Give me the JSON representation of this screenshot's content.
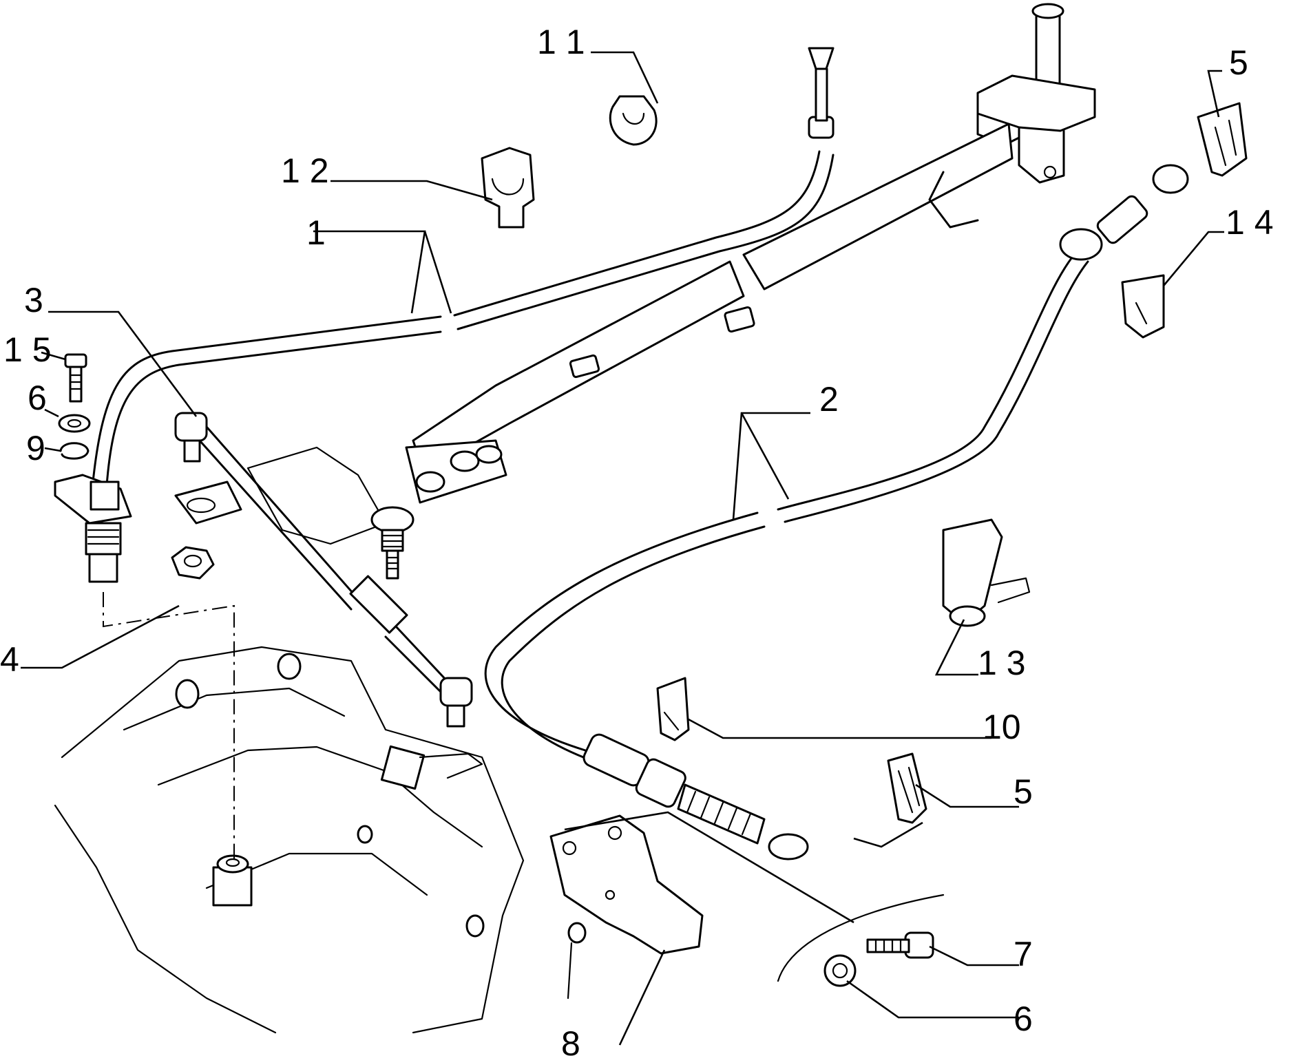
{
  "labels": {
    "l1": "1",
    "l2": "2",
    "l3": "3",
    "l4": "4",
    "l5a": "5",
    "l5b": "5",
    "l6a": "6",
    "l6b": "6",
    "l7": "7",
    "l8": "8",
    "l9": "9",
    "l10": "10",
    "l11": "1 1",
    "l12": "1 2",
    "l13": "1 3",
    "l14": "1 4",
    "l15": "1 5"
  }
}
